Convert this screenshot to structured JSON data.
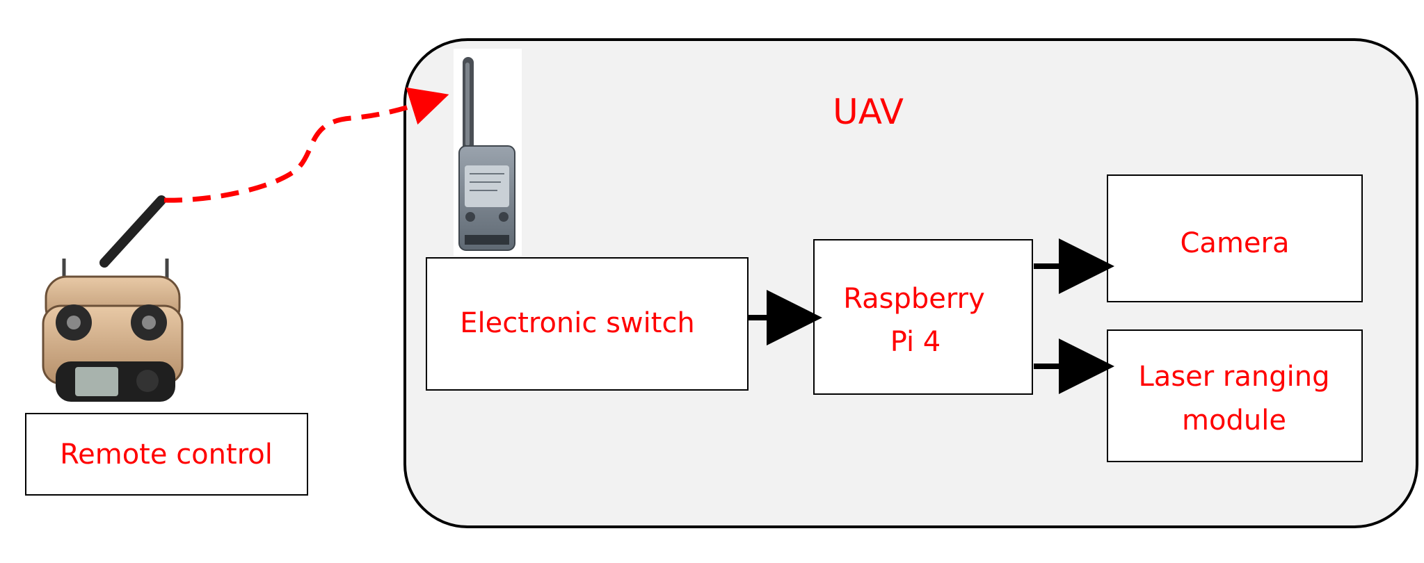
{
  "title": "UAV",
  "colors": {
    "label_text": "#ff0000",
    "uav_panel_fill": "#f2f2f2",
    "box_border": "#000000",
    "box_fill": "#ffffff",
    "arrow": "#000000",
    "radio_link": "#ff0000"
  },
  "nodes": {
    "remote_control": {
      "label": "Remote control"
    },
    "electronic_switch": {
      "label": "Electronic switch"
    },
    "raspberry_pi": {
      "line1": "Raspberry",
      "line2": "Pi 4"
    },
    "camera": {
      "label": "Camera"
    },
    "laser_ranging": {
      "line1": "Laser ranging",
      "line2": "module"
    }
  },
  "images": {
    "remote_controller": "rc-transmitter-icon",
    "receiver": "rc-receiver-icon"
  },
  "edges": [
    {
      "from": "remote_control",
      "to": "receiver",
      "style": "dashed"
    },
    {
      "from": "electronic_switch",
      "to": "raspberry_pi",
      "style": "solid"
    },
    {
      "from": "raspberry_pi",
      "to": "camera",
      "style": "solid"
    },
    {
      "from": "raspberry_pi",
      "to": "laser_ranging",
      "style": "solid"
    }
  ]
}
